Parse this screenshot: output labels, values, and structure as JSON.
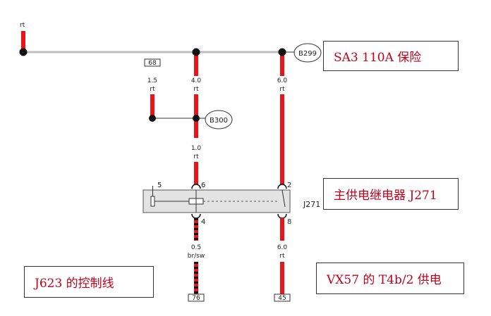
{
  "top_wire_color": "rt",
  "bubbles": {
    "b299": "B299",
    "b300": "B300"
  },
  "connectors": {
    "c68": "68",
    "c76": "76",
    "c45": "45"
  },
  "wires": {
    "w1": {
      "size": "1.5",
      "color": "rt"
    },
    "w2": {
      "size": "4.0",
      "color": "rt"
    },
    "w3": {
      "size": "6.0",
      "color": "rt"
    },
    "w4": {
      "size": "1.0",
      "color": "rt"
    },
    "w5": {
      "size": "0.5",
      "color": "br/sw"
    },
    "w6": {
      "size": "6.0",
      "color": "rt"
    }
  },
  "relay": {
    "label": "J271",
    "pins": {
      "p5": "5",
      "p6": "6",
      "p2": "2",
      "p4": "4",
      "p8": "8"
    }
  },
  "callouts": {
    "fuse": "SA3    110A 保险",
    "relay": "主供电继电器 J271",
    "control": "J623 的控制线",
    "supply": "VX57 的 T4b/2 供电"
  },
  "colors": {
    "wire_red": "#e8141a",
    "bus_gray": "#bdbdbd",
    "callout_text": "#c0001a",
    "relay_fill": "#e3e3e3"
  }
}
